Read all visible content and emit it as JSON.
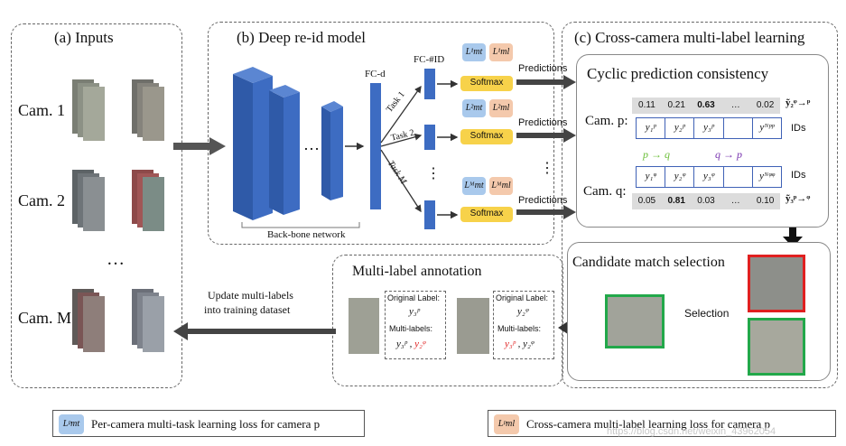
{
  "panels": {
    "inputs_title": "(a) Inputs",
    "model_title": "(b) Deep re-id model",
    "cross_title": "(c) Cross-camera multi-label learning",
    "cyclic_title": "Cyclic prediction consistency",
    "candidate_title": "Candidate match selection",
    "annotation_title": "Multi-label annotation"
  },
  "cameras": [
    "Cam. 1",
    "Cam. 2",
    "…",
    "Cam. M"
  ],
  "model": {
    "fc_d": "FC-d",
    "fc_id": "FC-#ID",
    "backbone": "Back-bone network",
    "ellipsis": "…",
    "task1": "Task 1",
    "task2": "Task 2",
    "taskM": "Task M",
    "task_ellipsis": "⋮",
    "softmax": "Softmax",
    "loss_mt": [
      "L¹mt",
      "L²mt",
      "Lᴹmt"
    ],
    "loss_ml": [
      "L¹ml",
      "L²ml",
      "Lᴹml"
    ],
    "predictions": "Predictions",
    "pred_ellipsis": "⋮"
  },
  "cyclic": {
    "cam_p": "Cam. p:",
    "cam_q": "Cam. q:",
    "ids": "IDs",
    "row_p": [
      "y₁ᵖ",
      "y₂ᵖ",
      "y₃ᵖ",
      "",
      "yᴺᵖᵖ"
    ],
    "row_q": [
      "y₁ᵠ",
      "y₂ᵠ",
      "y₃ᵠ",
      "",
      "yᴺᵠᵠ"
    ],
    "scores_top": [
      "0.11",
      "0.21",
      "0.63",
      "…",
      "0.02"
    ],
    "scores_bottom": [
      "0.05",
      "0.81",
      "0.03",
      "…",
      "0.10"
    ],
    "label_top": "ỹ₂ᵠ→ᵖ",
    "label_bottom": "ỹ₃ᵖ→ᵠ",
    "arrow_pq": "p → q",
    "arrow_qp": "q → p"
  },
  "candidate": {
    "selection": "Selection"
  },
  "annotation": {
    "update_line1": "Update multi-labels",
    "update_line2": "into training dataset",
    "card1": {
      "orig_label": "Original Label:",
      "orig_value": "y₃ᵖ",
      "multi": "Multi-labels:",
      "m1": "y₃ᵖ",
      "sep": " , ",
      "m2": "y₂ᵠ"
    },
    "card2": {
      "orig_label": "Original Label:",
      "orig_value": "y₂ᵠ",
      "multi": "Multi-labels:",
      "m1": "y₃ᵖ",
      "sep": " , ",
      "m2": "y₂ᵠ"
    }
  },
  "legend": {
    "mt_badge": "Lᵖmt",
    "mt_text": "Per-camera multi-task learning loss for camera p",
    "ml_badge": "Lᵖml",
    "ml_text": "Cross-camera multi-label learning loss for camera p",
    "watermark": "https://blog.csdn.net/weixin_43962054"
  },
  "colors": {
    "bar_blue": "#3d6cc2",
    "softmax_yellow": "#f7d24a",
    "loss_blue": "#a9c9ec",
    "loss_peach": "#f4c9ac",
    "arrow_green": "#6cbf3a",
    "arrow_purple": "#7a36b0",
    "frame_red": "#e02020",
    "frame_green": "#22a84a",
    "highlight_red": "#e02020"
  }
}
